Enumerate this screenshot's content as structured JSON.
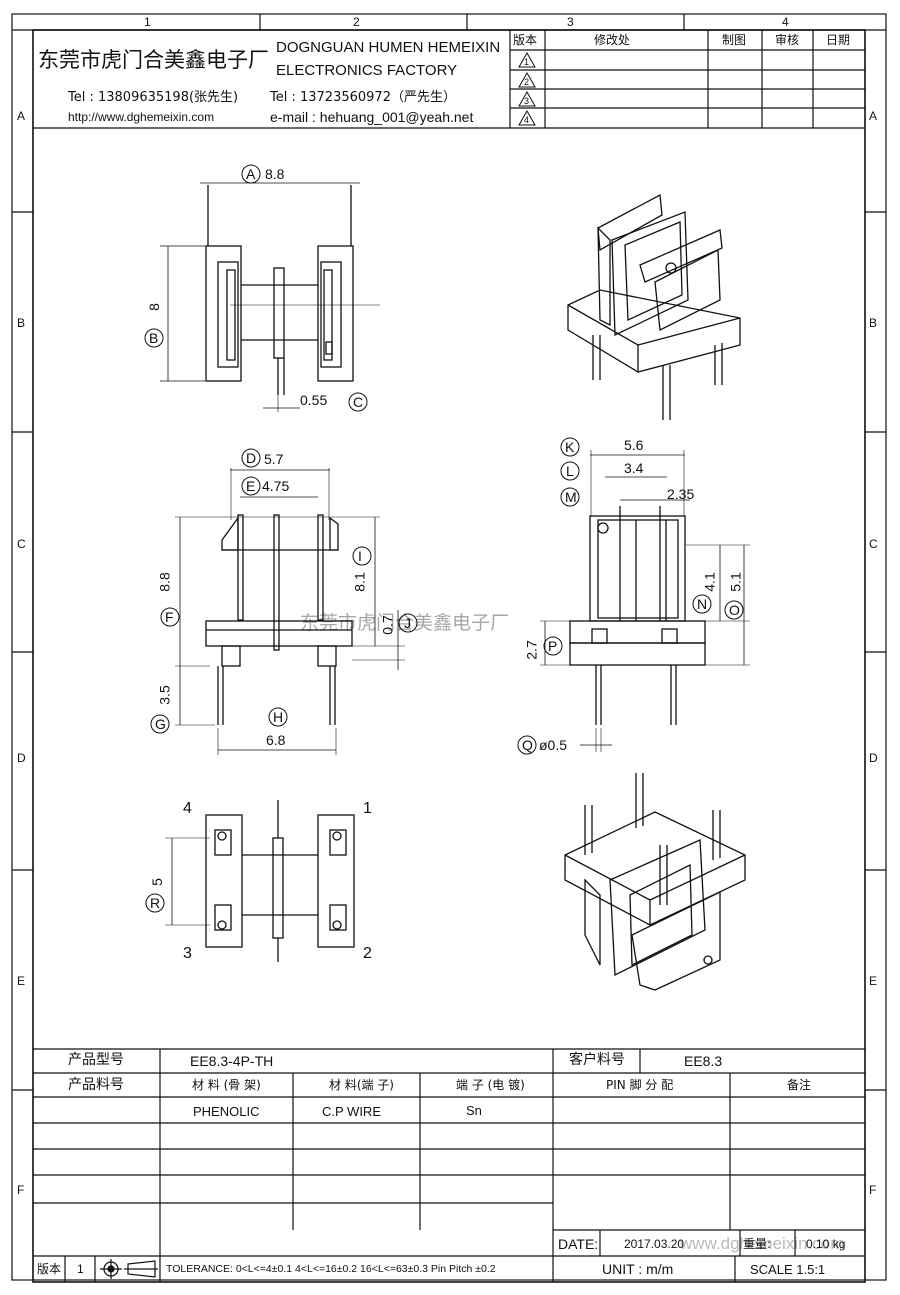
{
  "zones": {
    "cols": [
      "1",
      "2",
      "3",
      "4"
    ],
    "rows": [
      "A",
      "B",
      "C",
      "D",
      "E",
      "F"
    ]
  },
  "company": {
    "name_cn": "东莞市虎门合美鑫电子厂",
    "name_en1": "DOGNGUAN HUMEN HEMEIXIN",
    "name_en2": "ELECTRONICS FACTORY",
    "tel1": "Tel : 13809635198(张先生)",
    "tel2": "Tel : 13723560972（严先生）",
    "url": "http://www.dghemeixin.com",
    "email": "e-mail : hehuang_001@yeah.net"
  },
  "revision_table": {
    "headers": [
      "版本",
      "修改处",
      "制图",
      "审核",
      "日期"
    ],
    "revisions": [
      "1",
      "2",
      "3",
      "4"
    ]
  },
  "dims": {
    "A": {
      "letter": "A",
      "value": "8.8"
    },
    "B": {
      "letter": "B",
      "value": "8"
    },
    "C": {
      "letter": "C",
      "value": "0.55"
    },
    "D": {
      "letter": "D",
      "value": "5.7"
    },
    "E": {
      "letter": "E",
      "value": "4.75"
    },
    "F": {
      "letter": "F",
      "value": "8.8"
    },
    "G": {
      "letter": "G",
      "value": "3.5"
    },
    "H": {
      "letter": "H",
      "value": "6.8"
    },
    "I": {
      "letter": "I",
      "value": "8.1"
    },
    "J": {
      "letter": "J",
      "value": "0.7"
    },
    "K": {
      "letter": "K",
      "value": "5.6"
    },
    "L": {
      "letter": "L",
      "value": "3.4"
    },
    "M": {
      "letter": "M",
      "value": "2.35"
    },
    "N": {
      "letter": "N",
      "value": "4.1"
    },
    "O": {
      "letter": "O",
      "value": "5.1"
    },
    "P": {
      "letter": "P",
      "value": "2.7"
    },
    "Q": {
      "letter": "Q",
      "value": "ø0.5"
    },
    "R": {
      "letter": "R",
      "value": "5"
    }
  },
  "pins": [
    "1",
    "2",
    "3",
    "4"
  ],
  "watermark": "东莞市虎门合美鑫电子厂",
  "watermark2": "www.dghemeixin.com",
  "spec": {
    "product_model_label": "产品型号",
    "product_model": "EE8.3-4P-TH",
    "customer_model_label": "客户料号",
    "customer_model": "EE8.3",
    "product_code_label": "产品料号",
    "material_bobbin_label": "材 料 (骨 架)",
    "material_terminal_label": "材 料(端 子)",
    "terminal_plating_label": "端 子 (电 镀)",
    "pin_assign_label": "PIN 脚 分 配",
    "remark_label": "备注",
    "material_bobbin": "PHENOLIC",
    "material_terminal": "C.P WIRE",
    "terminal_plating": "Sn",
    "date_label": "DATE:",
    "date": "2017.03.20",
    "weight_label": "重量:",
    "weight": "0.10 kg",
    "version_label": "版本",
    "version": "1",
    "tolerance": "TOLERANCE:  0<L<=4±0.1  4<L<=16±0.2  16<L<=63±0.3  Pin Pitch  ±0.2",
    "unit": "UNIT : m/m",
    "scale": "SCALE  1.5:1"
  }
}
